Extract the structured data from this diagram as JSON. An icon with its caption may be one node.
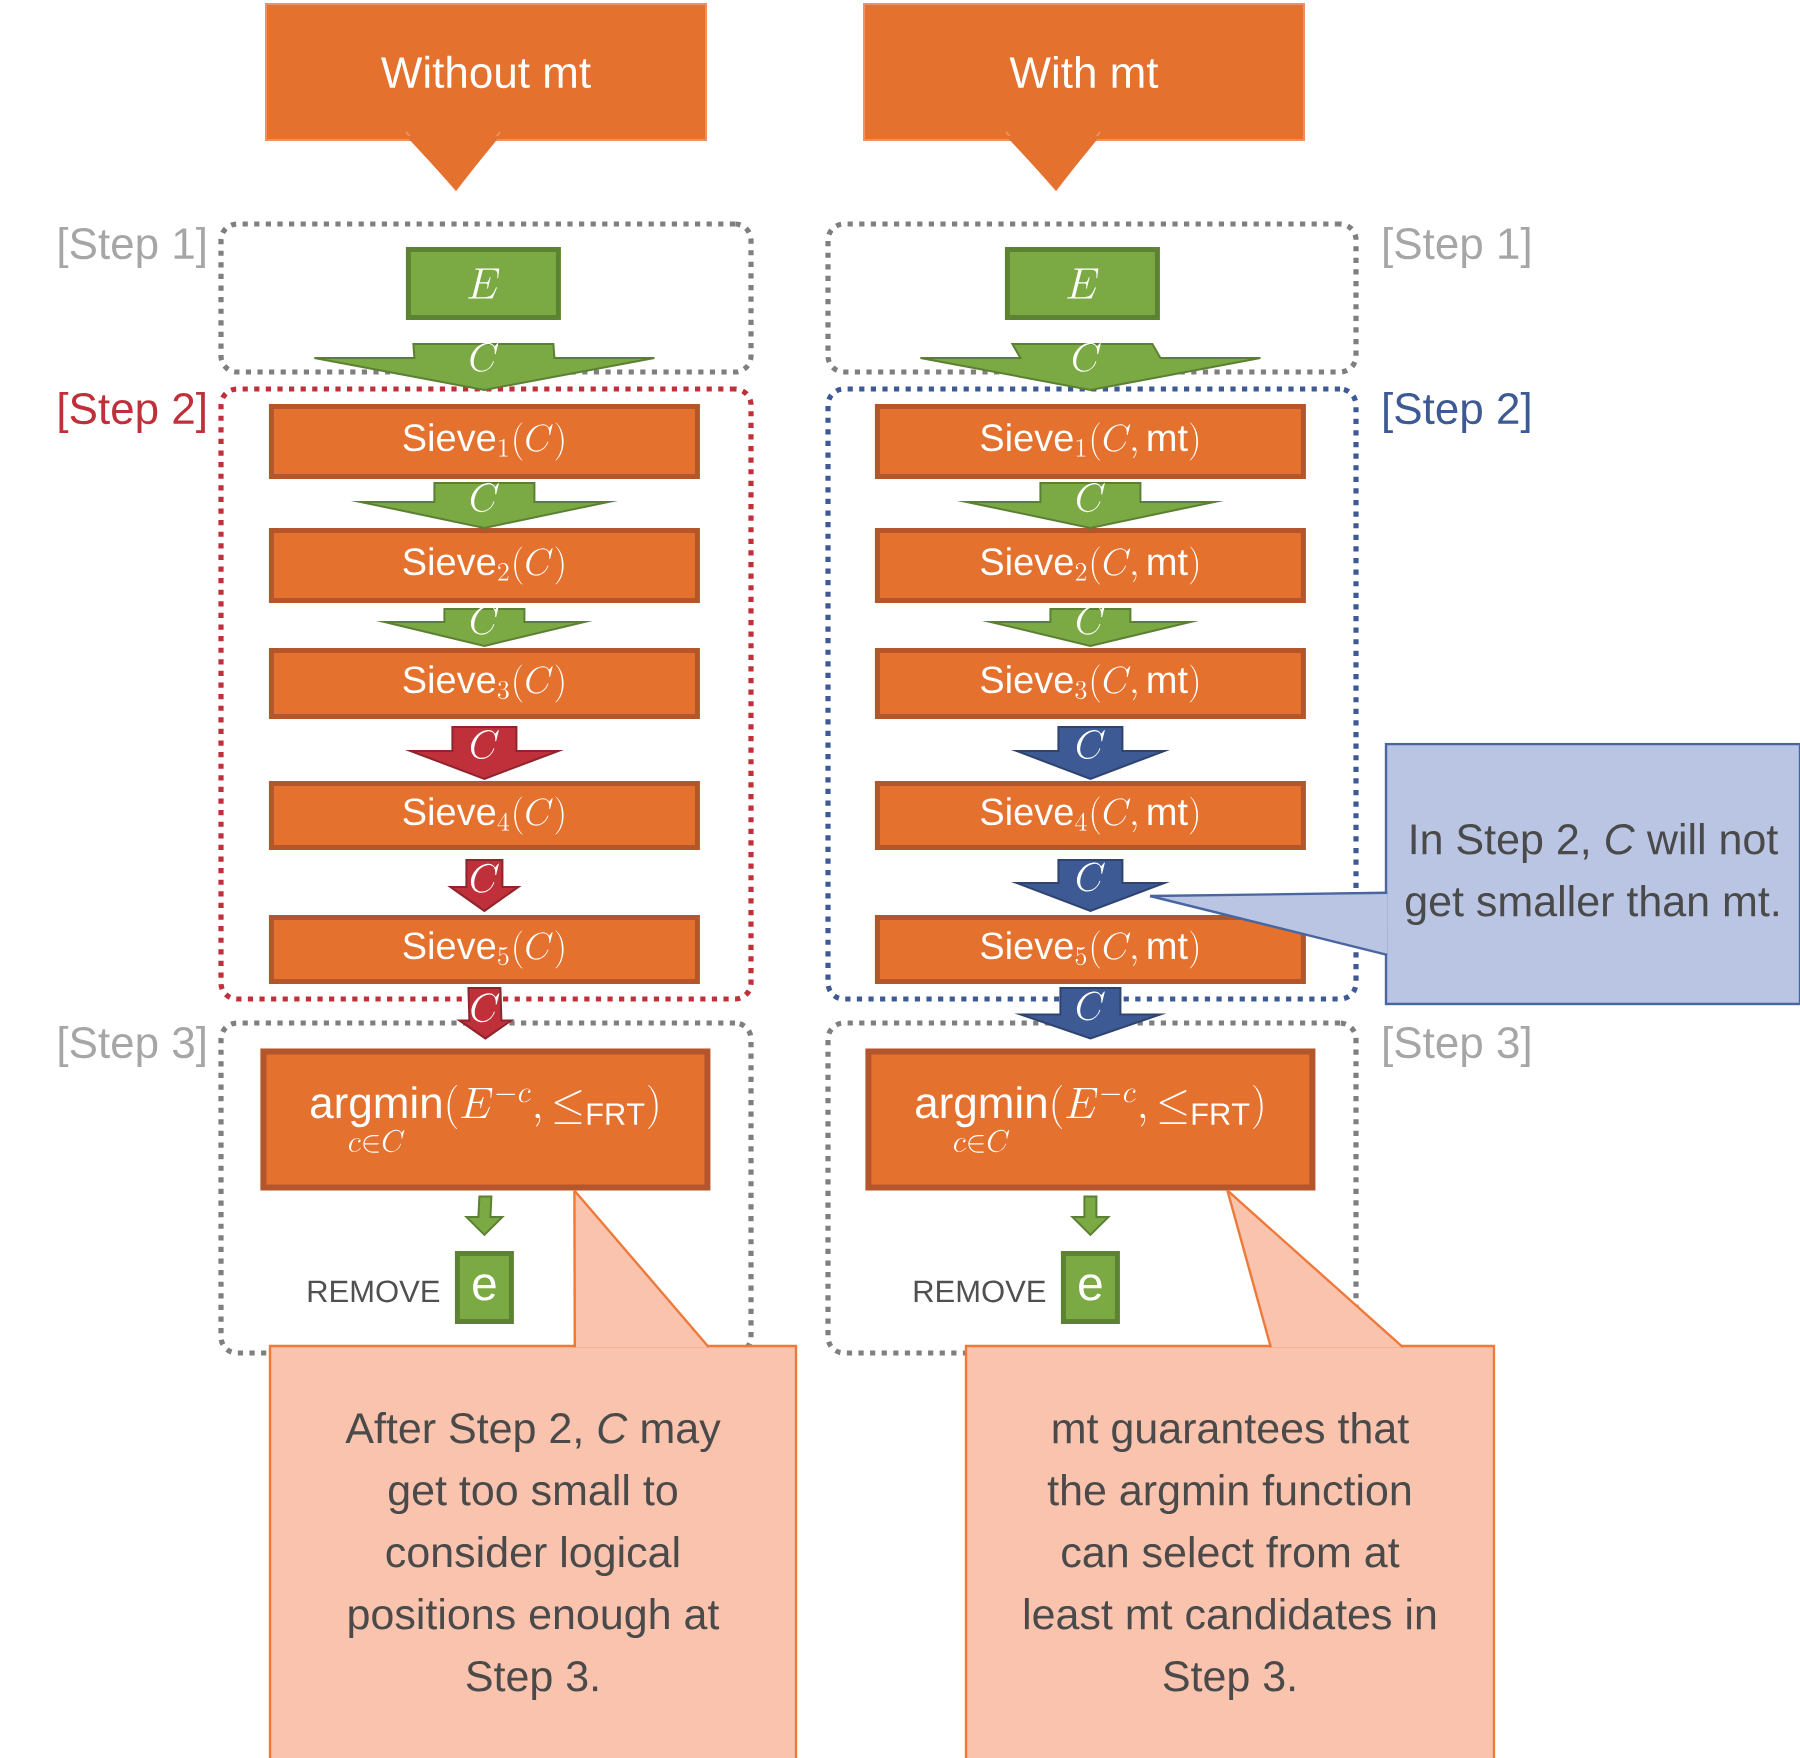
{
  "diagram": {
    "nodes": [
      {
        "text": [
          "Without mt"
        ]
      },
      {
        "text": [
          "With mt"
        ]
      },
      {
        "text": [],
        "shape": "box",
        "beside": [
          "[Step 1]"
        ]
      },
      {
        "text": [
          "E"
        ],
        "in": 2
      },
      {
        "text": [],
        "shape": "box",
        "beside": [
          "[Step 2]"
        ]
      },
      {
        "text": [
          "\\mathrm{Sieve}_{1}(C)"
        ],
        "in": 4
      },
      {
        "text": [
          "\\mathrm{Sieve}_{2}(C)"
        ],
        "in": 4
      },
      {
        "text": [
          "\\mathrm{Sieve}_{3}(C)"
        ],
        "in": 4
      },
      {
        "text": [
          "\\mathrm{Sieve}_{4}(C)"
        ],
        "in": 4
      },
      {
        "text": [
          "\\mathrm{Sieve}_{5}(C)"
        ],
        "in": 4
      },
      {
        "text": [],
        "shape": "box",
        "beside": [
          "[Step 3]"
        ]
      },
      {
        "text": [
          "\\mathop{\\mathrm{argmin}}\\limits_{c\\in C}(E^{-c},\\leq_{\\mathrm{FRT}})"
        ],
        "in": 10
      },
      {
        "text": [
          "e"
        ],
        "in": 10,
        "beside": [
          "REMOVE"
        ]
      },
      {
        "text": [],
        "shape": "box",
        "beside": [
          "[Step 1]"
        ]
      },
      {
        "text": [
          "E"
        ],
        "in": 13
      },
      {
        "text": [],
        "shape": "box",
        "beside": [
          "[Step 2]"
        ]
      },
      {
        "text": [
          "\\mathrm{Sieve}_{1}(C,\\mathrm{mt})"
        ],
        "in": 15
      },
      {
        "text": [
          "\\mathrm{Sieve}_{2}(C,\\mathrm{mt})"
        ],
        "in": 15
      },
      {
        "text": [
          "\\mathrm{Sieve}_{3}(C,\\mathrm{mt})"
        ],
        "in": 15
      },
      {
        "text": [
          "\\mathrm{Sieve}_{4}(C,\\mathrm{mt})"
        ],
        "in": 15
      },
      {
        "text": [
          "\\mathrm{Sieve}_{5}(C,\\mathrm{mt})"
        ],
        "in": 15
      },
      {
        "text": [],
        "shape": "box",
        "beside": [
          "[Step 3]"
        ]
      },
      {
        "text": [
          "\\mathop{\\mathrm{argmin}}\\limits_{c\\in C}(E^{-c},\\leq_{\\mathrm{FRT}})"
        ],
        "in": 21
      },
      {
        "text": [
          "e"
        ],
        "in": 21,
        "beside": [
          "REMOVE"
        ]
      },
      {
        "text": [
          "After Step 2, *C* may get too small to consider logical positions enough at Step 3."
        ]
      },
      {
        "text": [
          "mt guarantees that the argmin function can select from at least mt candidates in Step 3."
        ]
      },
      {
        "text": [
          "In Step 2, *C* will not get smaller than mt."
        ]
      }
    ],
    "edges": [
      {
        "from": 3,
        "to": 5,
        "arrow": "to",
        "label": "C"
      },
      {
        "from": 5,
        "to": 6,
        "arrow": "to",
        "label": "C"
      },
      {
        "from": 6,
        "to": 7,
        "arrow": "to",
        "label": "C"
      },
      {
        "from": 7,
        "to": 8,
        "arrow": "to",
        "label": "C",
        "color": "#c0303a"
      },
      {
        "from": 8,
        "to": 9,
        "arrow": "to",
        "label": "C",
        "color": "#c0303a"
      },
      {
        "from": 9,
        "to": 11,
        "arrow": "to",
        "label": "C",
        "color": "#c0303a"
      },
      {
        "from": 11,
        "to": 12,
        "arrow": "to"
      },
      {
        "from": 14,
        "to": 16,
        "arrow": "to",
        "label": "C"
      },
      {
        "from": 16,
        "to": 17,
        "arrow": "to",
        "label": "C"
      },
      {
        "from": 17,
        "to": 18,
        "arrow": "to",
        "label": "C"
      },
      {
        "from": 18,
        "to": 19,
        "arrow": "to",
        "label": "C",
        "color": "#3d5a94"
      },
      {
        "from": 19,
        "to": 20,
        "arrow": "to",
        "label": "C",
        "color": "#3d5a94"
      },
      {
        "from": 20,
        "to": 22,
        "arrow": "to",
        "label": "C",
        "color": "#3d5a94"
      },
      {
        "from": 22,
        "to": 23,
        "arrow": "to"
      },
      {
        "from": 24,
        "to": 11,
        "arrow": "none",
        "color": "#ee7a3a"
      },
      {
        "from": 25,
        "to": 22,
        "arrow": "none",
        "color": "#ee7a3a"
      },
      {
        "from": 26,
        "to": null,
        "arrow": "none",
        "color": "#4a66a0"
      }
    ]
  }
}
